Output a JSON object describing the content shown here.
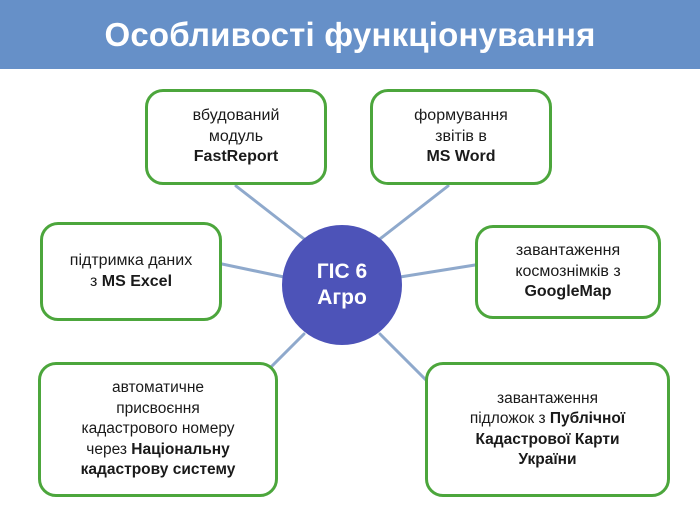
{
  "header": {
    "title": "Особливості функціонування",
    "background_color": "#6690c8",
    "text_color": "#ffffff"
  },
  "center": {
    "label_line1": "ГІС 6",
    "label_line2": "Агро",
    "fill_color": "#4d53b8",
    "text_color": "#ffffff"
  },
  "style": {
    "box_border_color": "#4ca63c",
    "box_fill_color": "#ffffff",
    "connector_color": "#8fa9cc",
    "text_color": "#1a1a1a"
  },
  "nodes": [
    {
      "id": "fastreport",
      "position": "top-left",
      "plain_1": "вбудований",
      "plain_2": "модуль",
      "bold_1": "FastReport"
    },
    {
      "id": "msword",
      "position": "top-right",
      "plain_1": "формування",
      "plain_2": "звітів в",
      "bold_1": "MS Word"
    },
    {
      "id": "msexcel",
      "position": "left",
      "plain_1": "підтримка даних",
      "plain_2": "з ",
      "bold_1": "MS Excel"
    },
    {
      "id": "googlemap",
      "position": "right",
      "plain_1": "завантаження",
      "plain_2": "космознімків з",
      "bold_1": "GoogleMap"
    },
    {
      "id": "cadastre",
      "position": "bottom-left",
      "plain_1": "автоматичне",
      "plain_2": "присвоєння",
      "plain_3": "кадастрового номеру",
      "plain_4": "через ",
      "bold_1": "Національну",
      "bold_2": "кадастрову систему"
    },
    {
      "id": "publicmap",
      "position": "bottom-right",
      "plain_1": "завантаження",
      "plain_2": "підложок з ",
      "bold_1": "Публічної",
      "bold_2": "Кадастрової Карти",
      "bold_3": "України"
    }
  ]
}
